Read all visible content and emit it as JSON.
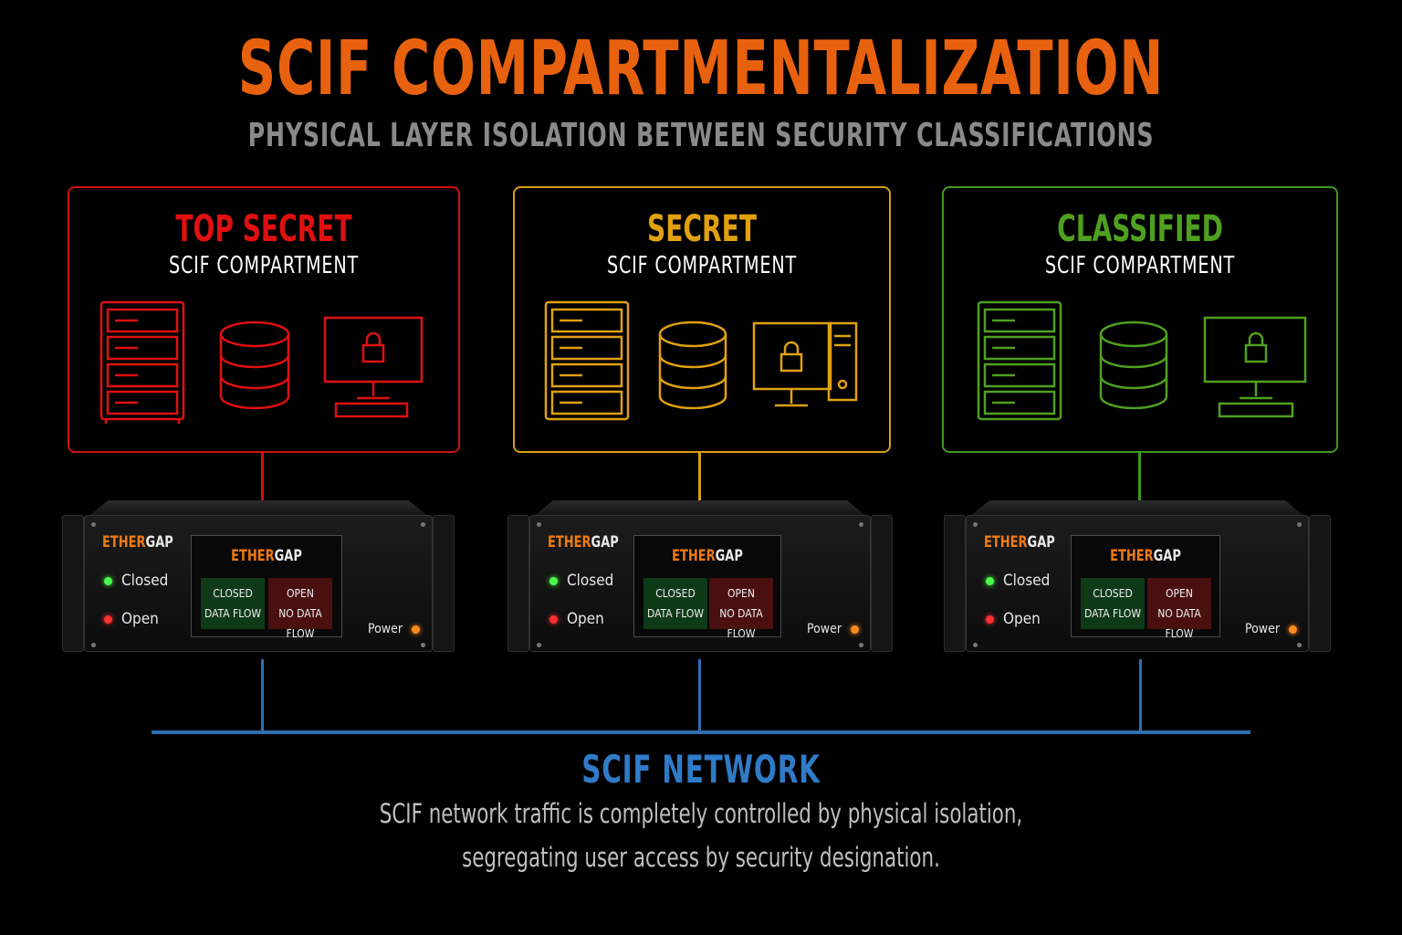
{
  "header": {
    "title": "SCIF COMPARTMENTALIZATION",
    "subtitle": "PHYSICAL LAYER ISOLATION BETWEEN SECURITY CLASSIFICATIONS"
  },
  "compartments": [
    {
      "name": "TOP SECRET",
      "label": "SCIF COMPARTMENT",
      "color": "#e01010"
    },
    {
      "name": "SECRET",
      "label": "SCIF COMPARTMENT",
      "color": "#e0a010"
    },
    {
      "name": "CLASSIFIED",
      "label": "SCIF COMPARTMENT",
      "color": "#4fa020"
    }
  ],
  "device": {
    "brand_a": "ETHER",
    "brand_b": "GAP",
    "led_closed": "Closed",
    "led_open": "Open",
    "cell_closed_1": "CLOSED",
    "cell_closed_2": "DATA FLOW",
    "cell_open_1": "OPEN",
    "cell_open_2": "NO DATA FLOW",
    "power": "Power"
  },
  "network": {
    "title": "SCIF NETWORK",
    "line1": "SCIF network traffic is completely controlled by physical isolation,",
    "line2": "segregating user access by security designation.",
    "color": "#2f6fb0"
  },
  "icons": [
    "server-rack-icon",
    "database-icon",
    "locked-workstation-icon"
  ]
}
